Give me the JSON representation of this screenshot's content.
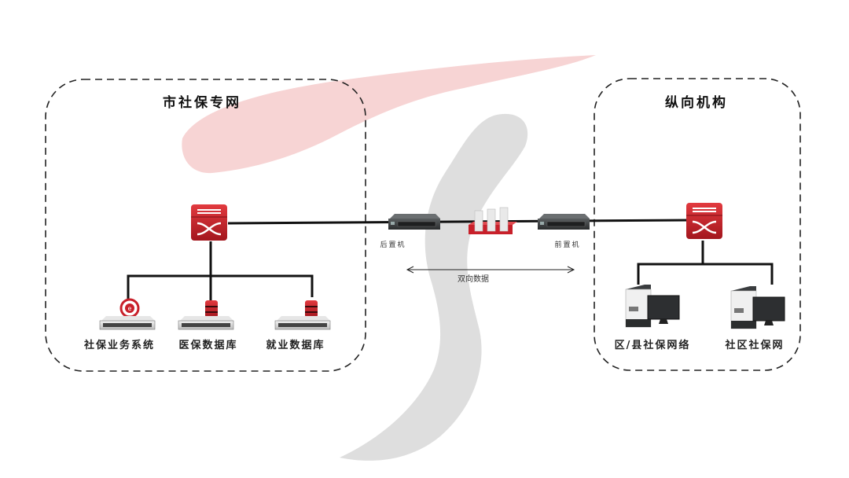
{
  "zones": [
    {
      "id": "city",
      "title": "市社保专网"
    },
    {
      "id": "vertical",
      "title": "纵向机构"
    }
  ],
  "city_devices": [
    {
      "label": "社保业务系统",
      "icon": "web-server-icon"
    },
    {
      "label": "医保数据库",
      "icon": "database-server-icon"
    },
    {
      "label": "就业数据库",
      "icon": "database-server-icon"
    }
  ],
  "vertical_devices": [
    {
      "label": "区/县社保网络",
      "icon": "desktop-computer-icon"
    },
    {
      "label": "社区社保网",
      "icon": "desktop-computer-icon"
    }
  ],
  "link": {
    "back_server": "后置机",
    "front_server": "前置机",
    "firewall": "firewall-icon",
    "arrow_label": "双向数据"
  },
  "colors": {
    "accent_red": "#c8202a",
    "brush_pink": "#f7d4d4",
    "brush_gray": "#dedede",
    "line": "#111111"
  }
}
